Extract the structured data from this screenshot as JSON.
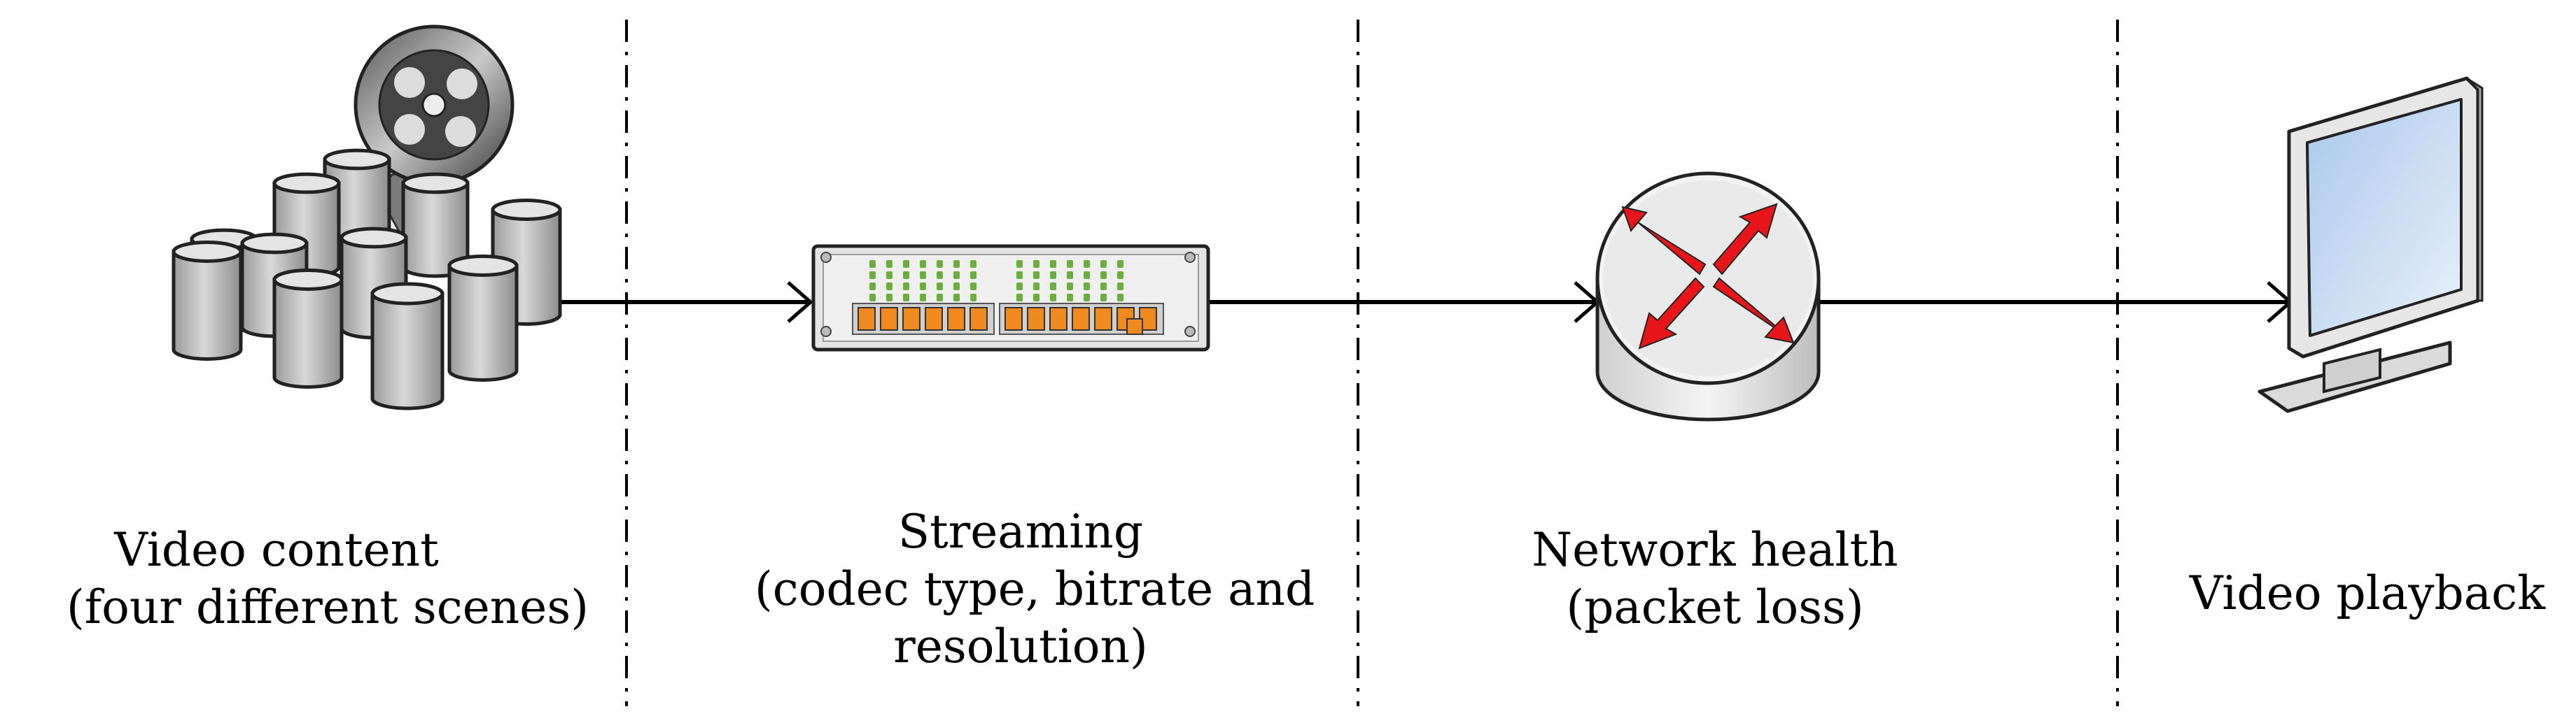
{
  "stages": [
    {
      "id": "video-content",
      "icon": "film-reel-database-icon",
      "lines": [
        "Video content",
        "(four different scenes)"
      ]
    },
    {
      "id": "streaming",
      "icon": "streaming-server-icon",
      "lines": [
        "Streaming",
        "(codec type, bitrate and",
        "resolution)"
      ]
    },
    {
      "id": "network-health",
      "icon": "router-icon",
      "lines": [
        "Network health",
        "(packet loss)"
      ]
    },
    {
      "id": "video-playback",
      "icon": "monitor-icon",
      "lines": [
        "Video playback"
      ]
    }
  ],
  "colors": {
    "line": "#000000",
    "cylinder": "#c8c8c8",
    "server_body": "#e2e2e2",
    "server_port": "#f08a1e",
    "server_led": "#6cae3e",
    "router_body": "#e6e6e6",
    "router_arrow": "#e8161b",
    "screen": "#c9dcf2"
  }
}
